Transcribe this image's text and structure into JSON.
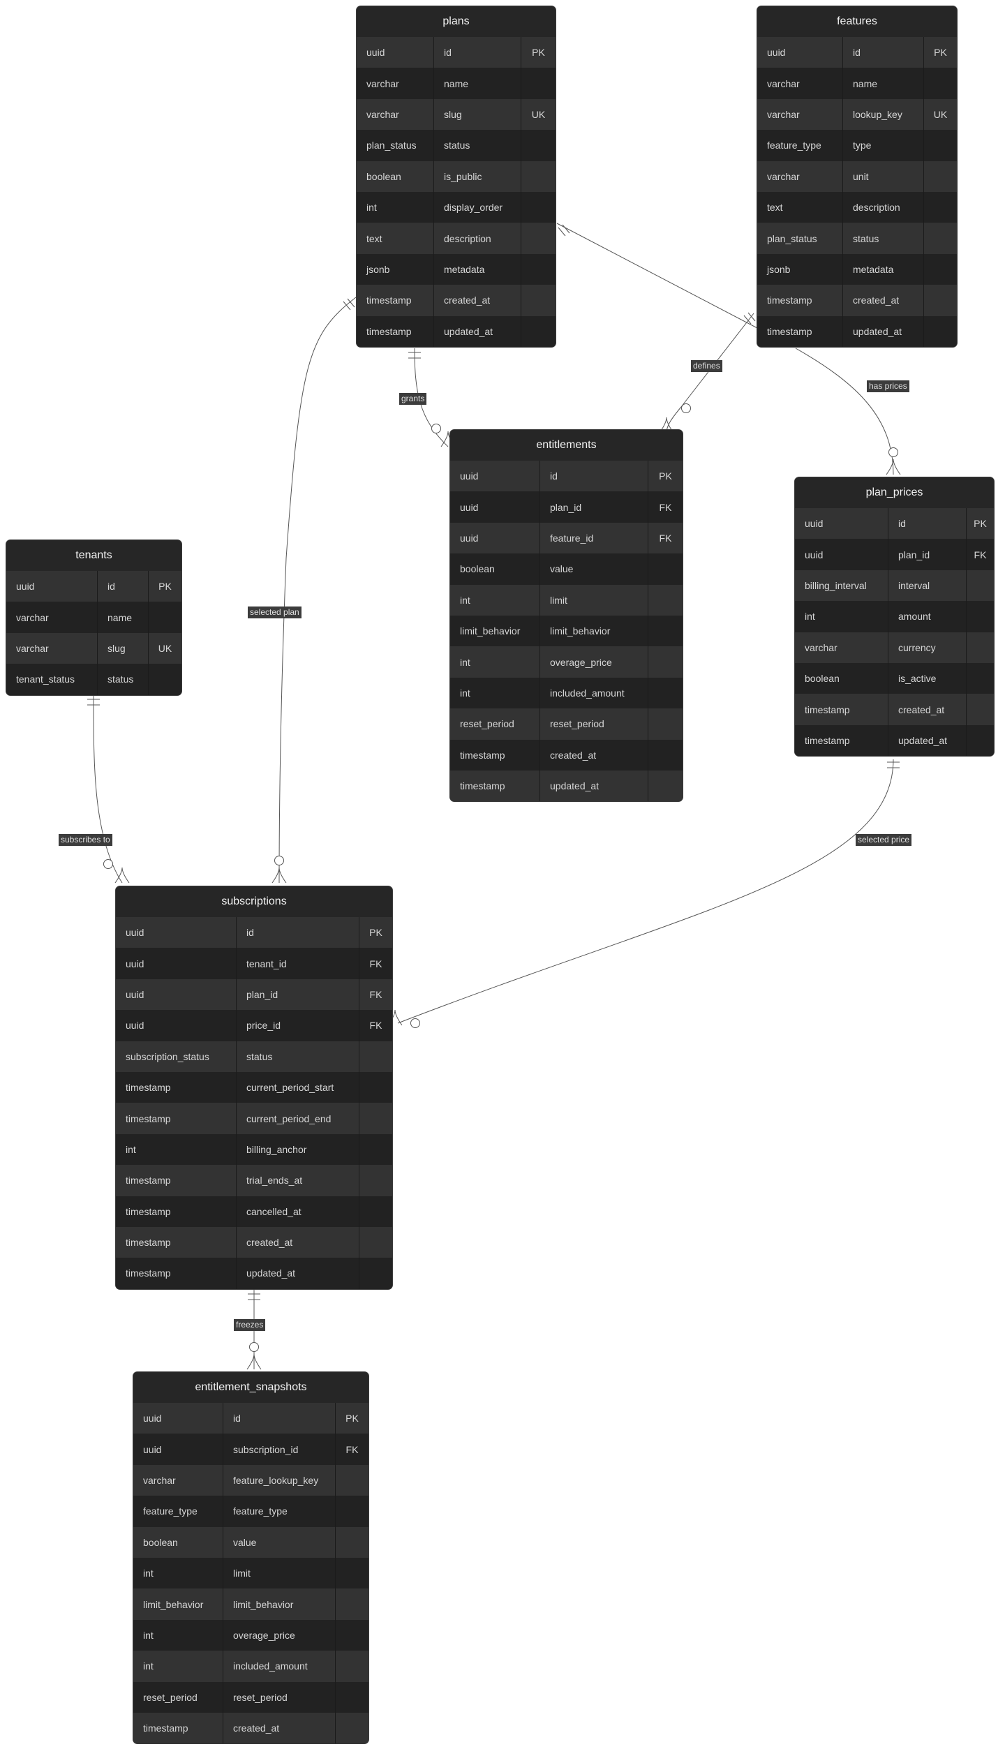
{
  "entities": [
    {
      "id": "plans",
      "title": "plans",
      "rows": [
        [
          "uuid",
          "id",
          "PK"
        ],
        [
          "varchar",
          "name",
          ""
        ],
        [
          "varchar",
          "slug",
          "UK"
        ],
        [
          "plan_status",
          "status",
          ""
        ],
        [
          "boolean",
          "is_public",
          ""
        ],
        [
          "int",
          "display_order",
          ""
        ],
        [
          "text",
          "description",
          ""
        ],
        [
          "jsonb",
          "metadata",
          ""
        ],
        [
          "timestamp",
          "created_at",
          ""
        ],
        [
          "timestamp",
          "updated_at",
          ""
        ]
      ]
    },
    {
      "id": "features",
      "title": "features",
      "rows": [
        [
          "uuid",
          "id",
          "PK"
        ],
        [
          "varchar",
          "name",
          ""
        ],
        [
          "varchar",
          "lookup_key",
          "UK"
        ],
        [
          "feature_type",
          "type",
          ""
        ],
        [
          "varchar",
          "unit",
          ""
        ],
        [
          "text",
          "description",
          ""
        ],
        [
          "plan_status",
          "status",
          ""
        ],
        [
          "jsonb",
          "metadata",
          ""
        ],
        [
          "timestamp",
          "created_at",
          ""
        ],
        [
          "timestamp",
          "updated_at",
          ""
        ]
      ]
    },
    {
      "id": "entitlements",
      "title": "entitlements",
      "rows": [
        [
          "uuid",
          "id",
          "PK"
        ],
        [
          "uuid",
          "plan_id",
          "FK"
        ],
        [
          "uuid",
          "feature_id",
          "FK"
        ],
        [
          "boolean",
          "value",
          ""
        ],
        [
          "int",
          "limit",
          ""
        ],
        [
          "limit_behavior",
          "limit_behavior",
          ""
        ],
        [
          "int",
          "overage_price",
          ""
        ],
        [
          "int",
          "included_amount",
          ""
        ],
        [
          "reset_period",
          "reset_period",
          ""
        ],
        [
          "timestamp",
          "created_at",
          ""
        ],
        [
          "timestamp",
          "updated_at",
          ""
        ]
      ]
    },
    {
      "id": "plan_prices",
      "title": "plan_prices",
      "rows": [
        [
          "uuid",
          "id",
          "PK"
        ],
        [
          "uuid",
          "plan_id",
          "FK"
        ],
        [
          "billing_interval",
          "interval",
          ""
        ],
        [
          "int",
          "amount",
          ""
        ],
        [
          "varchar",
          "currency",
          ""
        ],
        [
          "boolean",
          "is_active",
          ""
        ],
        [
          "timestamp",
          "created_at",
          ""
        ],
        [
          "timestamp",
          "updated_at",
          ""
        ]
      ]
    },
    {
      "id": "tenants",
      "title": "tenants",
      "rows": [
        [
          "uuid",
          "id",
          "PK"
        ],
        [
          "varchar",
          "name",
          ""
        ],
        [
          "varchar",
          "slug",
          "UK"
        ],
        [
          "tenant_status",
          "status",
          ""
        ]
      ]
    },
    {
      "id": "subscriptions",
      "title": "subscriptions",
      "rows": [
        [
          "uuid",
          "id",
          "PK"
        ],
        [
          "uuid",
          "tenant_id",
          "FK"
        ],
        [
          "uuid",
          "plan_id",
          "FK"
        ],
        [
          "uuid",
          "price_id",
          "FK"
        ],
        [
          "subscription_status",
          "status",
          ""
        ],
        [
          "timestamp",
          "current_period_start",
          ""
        ],
        [
          "timestamp",
          "current_period_end",
          ""
        ],
        [
          "int",
          "billing_anchor",
          ""
        ],
        [
          "timestamp",
          "trial_ends_at",
          ""
        ],
        [
          "timestamp",
          "cancelled_at",
          ""
        ],
        [
          "timestamp",
          "created_at",
          ""
        ],
        [
          "timestamp",
          "updated_at",
          ""
        ]
      ]
    },
    {
      "id": "entitlement_snapshots",
      "title": "entitlement_snapshots",
      "rows": [
        [
          "uuid",
          "id",
          "PK"
        ],
        [
          "uuid",
          "subscription_id",
          "FK"
        ],
        [
          "varchar",
          "feature_lookup_key",
          ""
        ],
        [
          "feature_type",
          "feature_type",
          ""
        ],
        [
          "boolean",
          "value",
          ""
        ],
        [
          "int",
          "limit",
          ""
        ],
        [
          "limit_behavior",
          "limit_behavior",
          ""
        ],
        [
          "int",
          "overage_price",
          ""
        ],
        [
          "int",
          "included_amount",
          ""
        ],
        [
          "reset_period",
          "reset_period",
          ""
        ],
        [
          "timestamp",
          "created_at",
          ""
        ]
      ]
    }
  ],
  "relationships": [
    {
      "id": "plans-entitlements",
      "label": "grants"
    },
    {
      "id": "features-entitlements",
      "label": "defines"
    },
    {
      "id": "features-plan_prices",
      "label": "has prices"
    },
    {
      "id": "plans-subscriptions",
      "label": "selected plan"
    },
    {
      "id": "tenants-subscriptions",
      "label": "subscribes to"
    },
    {
      "id": "plan_prices-subscriptions",
      "label": "selected price"
    },
    {
      "id": "subscriptions-snapshots",
      "label": "freezes"
    },
    {
      "id": "plans-plan_prices",
      "label": ""
    }
  ]
}
